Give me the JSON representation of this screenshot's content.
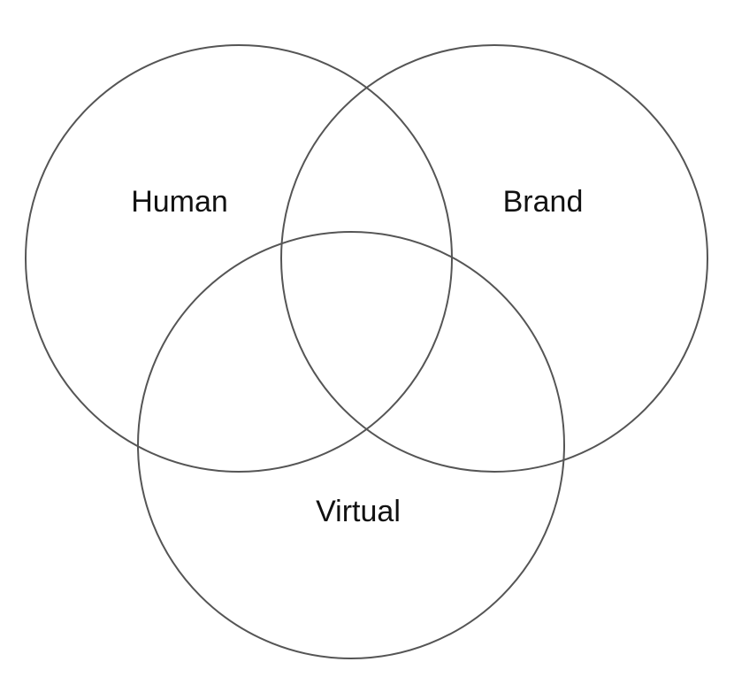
{
  "diagram": {
    "type": "venn",
    "sets": [
      {
        "label": "Human"
      },
      {
        "label": "Brand"
      },
      {
        "label": "Virtual"
      }
    ],
    "colors": {
      "outline": "#555555",
      "text": "#111111",
      "background": "#ffffff"
    }
  }
}
